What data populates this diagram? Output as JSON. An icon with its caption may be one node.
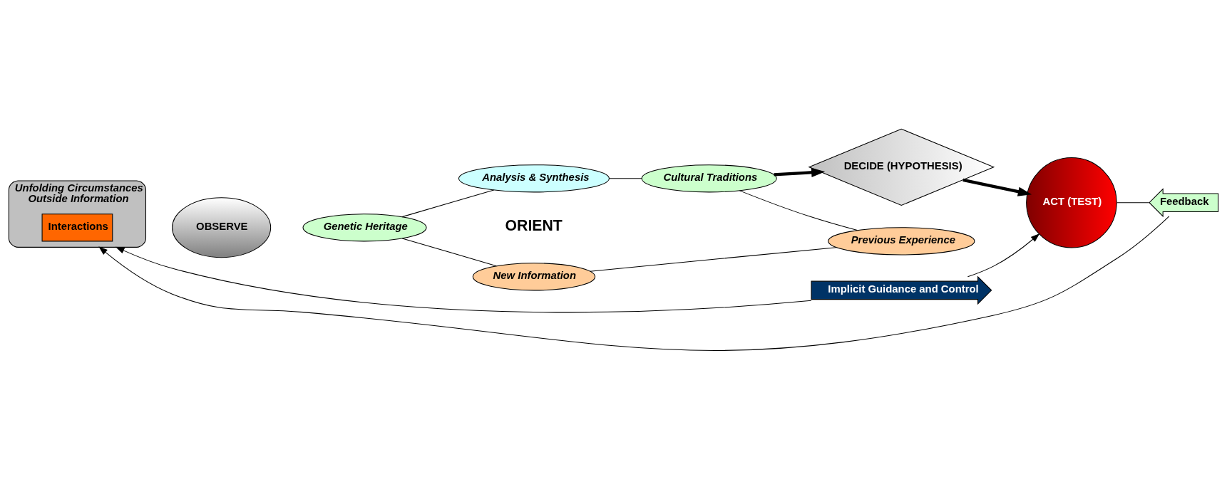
{
  "diagram": {
    "nodes": [
      {
        "text": [
          "Unfolding Circumstances",
          "Outside Information"
        ]
      },
      {
        "text": [
          "Interactions"
        ],
        "in": 0
      },
      {
        "text": [
          "OBSERVE"
        ]
      },
      {
        "text": [
          "Analysis & Synthesis"
        ]
      },
      {
        "text": [
          "Genetic Heritage"
        ]
      },
      {
        "text": [
          "Cultural Traditions"
        ]
      },
      {
        "text": [
          "ORIENT"
        ]
      },
      {
        "text": [
          "New Information"
        ]
      },
      {
        "text": [
          "Previous Experience"
        ]
      },
      {
        "text": [
          "DECIDE (HYPOTHESIS)"
        ]
      },
      {
        "text": [
          "ACT (TEST)"
        ]
      },
      {
        "text": [
          "Implicit Guidance and Control"
        ]
      },
      {
        "text": [
          "Feedback"
        ]
      }
    ],
    "edges": [
      {
        "from": 4,
        "to": 3,
        "arrow": "none"
      },
      {
        "from": 3,
        "to": 5,
        "arrow": "none"
      },
      {
        "from": 4,
        "to": 7,
        "arrow": "none"
      },
      {
        "from": 7,
        "to": 8,
        "arrow": "none"
      },
      {
        "from": 5,
        "to": 8,
        "arrow": "none"
      },
      {
        "from": 5,
        "to": 9,
        "arrow": "to",
        "style": "thick"
      },
      {
        "from": 9,
        "to": 10,
        "arrow": "to",
        "style": "thick"
      },
      {
        "from": 11,
        "to": 0,
        "arrow": "to"
      },
      {
        "from": 11,
        "to": 10,
        "arrow": "to"
      },
      {
        "from": 10,
        "to": 12,
        "arrow": "none"
      },
      {
        "from": 12,
        "to": 0,
        "arrow": "to"
      }
    ]
  }
}
